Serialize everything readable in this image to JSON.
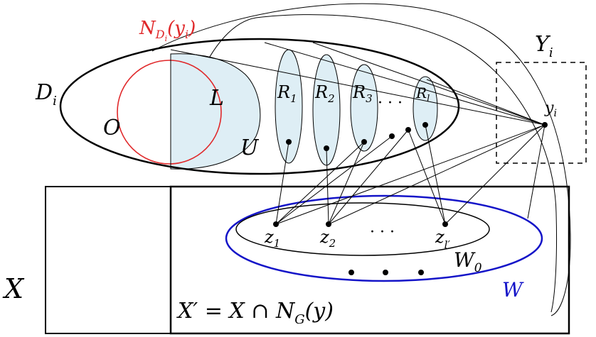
{
  "labels": {
    "N_prefix": "N",
    "N_sub": "D",
    "N_subsub": "i",
    "N_arg": "(y",
    "N_arg_sub": "i",
    "N_arg_close": ")",
    "Y": "Y",
    "Y_sub": "i",
    "D": "D",
    "D_sub": "i",
    "O": "O",
    "L": "L",
    "U": "U",
    "R": "R",
    "R1_sub": "1",
    "R2_sub": "2",
    "R3_sub": "3",
    "Rl_sub": "l",
    "r_dots": "· · ·",
    "y": "y",
    "y_sub": "i",
    "z": "z",
    "z1_sub": "1",
    "z2_sub": "2",
    "zl_sub": "l′",
    "z_dots": "· · ·",
    "W0": "W",
    "W0_sub": "0",
    "W": "W",
    "X": "X",
    "Xprime": "X′ = X ∩ N",
    "Xprime_sub": "G",
    "Xprime_tail": "(y)"
  },
  "colors": {
    "red": "#e0282a",
    "blue": "#1414c8",
    "fill": "#deeef5",
    "black": "#000000"
  }
}
